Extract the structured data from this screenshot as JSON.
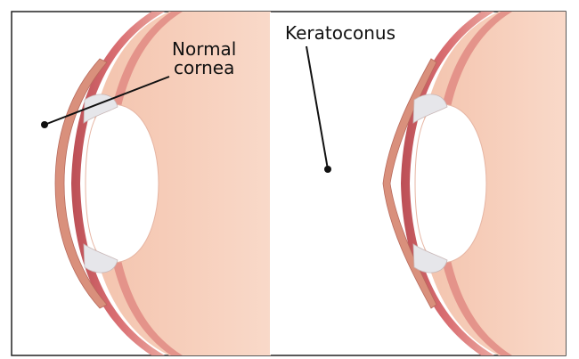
{
  "labels": {
    "left_label_line1": "Normal",
    "left_label_line2": "cornea",
    "right_label": "Keratoconus"
  },
  "colors": {
    "frame": "#222222",
    "background": "#ffffff",
    "eye_interior": "#f6cdb9",
    "eye_interior_light": "#fbe3d6",
    "muscle": "#c9545a",
    "muscle_light": "#e48a86",
    "cornea_rim": "#d98f7c",
    "lens": "#ffffff",
    "leader": "#111111"
  }
}
